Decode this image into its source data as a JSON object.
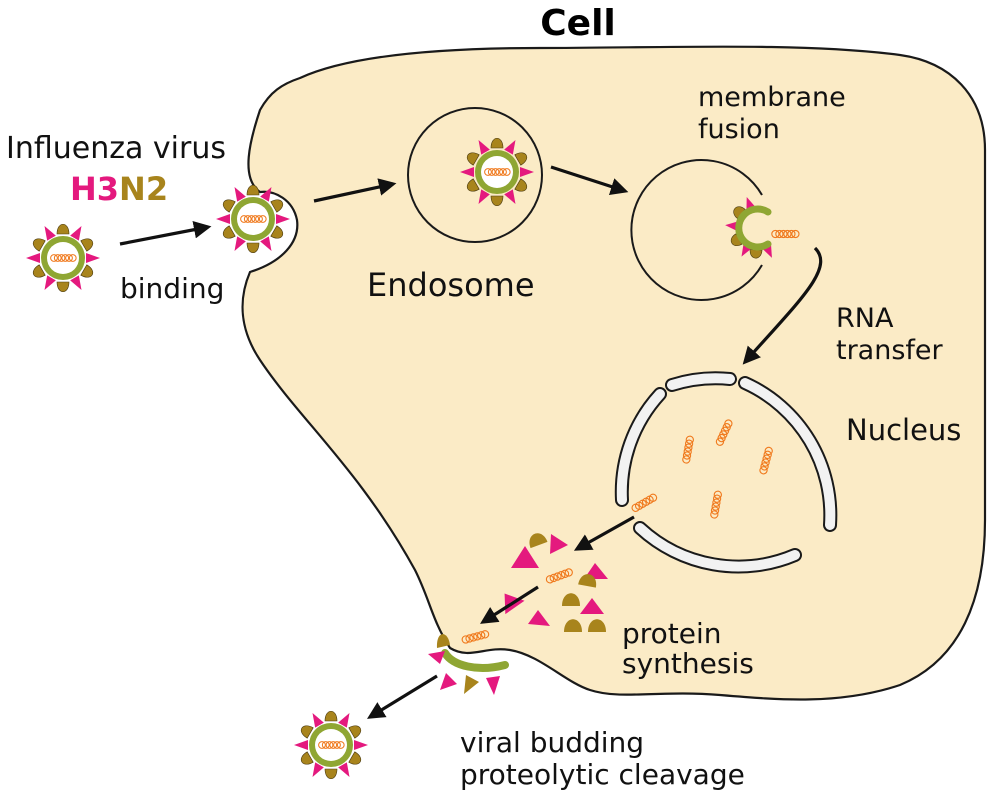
{
  "title": "Cell",
  "virus": {
    "name": "Influenza virus",
    "subtype_h": "H3",
    "subtype_n": "N2"
  },
  "labels": {
    "binding": "binding",
    "endosome": "Endosome",
    "membrane_fusion_1": "membrane",
    "membrane_fusion_2": "fusion",
    "rna_transfer_1": "RNA",
    "rna_transfer_2": "transfer",
    "nucleus": "Nucleus",
    "protein_synthesis_1": "protein",
    "protein_synthesis_2": "synthesis",
    "budding_1": "viral budding",
    "budding_2": "proteolytic cleavage"
  },
  "colors": {
    "cytoplasm": "#FBEBC6",
    "outline": "#1a1a1a",
    "hemagglutinin": "#E4197E",
    "neuraminidase": "#A8841C",
    "envelope": "#8FA633",
    "rna": "#F07A1E",
    "nuclear_envelope": "#F2F2F2",
    "arrow": "#111111"
  }
}
